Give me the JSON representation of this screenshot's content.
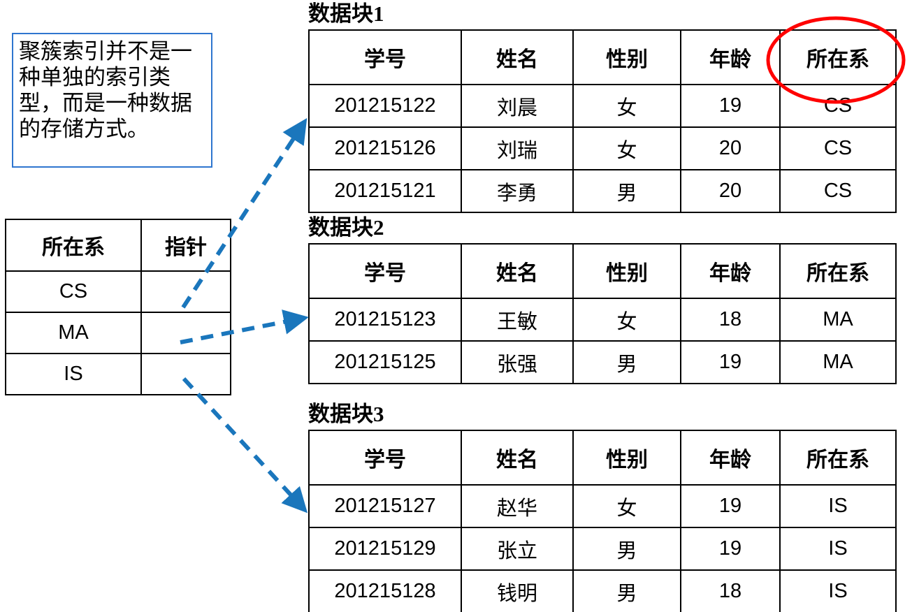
{
  "note": {
    "text": "聚簇索引并不是一种单独的索引类型，而是一种数据的存储方式。",
    "border_color": "#2f76cf"
  },
  "index_table": {
    "name": "clustered-index-table",
    "headers": [
      "所在系",
      "指针"
    ],
    "rows": [
      {
        "dept": "CS",
        "pointer": ""
      },
      {
        "dept": "MA",
        "pointer": ""
      },
      {
        "dept": "IS",
        "pointer": ""
      }
    ]
  },
  "data_blocks": [
    {
      "title": "数据块1",
      "headers": [
        "学号",
        "姓名",
        "性别",
        "年龄",
        "所在系"
      ],
      "rows": [
        [
          "201215122",
          "刘晨",
          "女",
          "19",
          "CS"
        ],
        [
          "201215126",
          "刘瑞",
          "女",
          "20",
          "CS"
        ],
        [
          "201215121",
          "李勇",
          "男",
          "20",
          "CS"
        ]
      ]
    },
    {
      "title": "数据块2",
      "headers": [
        "学号",
        "姓名",
        "性别",
        "年龄",
        "所在系"
      ],
      "rows": [
        [
          "201215123",
          "王敏",
          "女",
          "18",
          "MA"
        ],
        [
          "201215125",
          "张强",
          "男",
          "19",
          "MA"
        ]
      ]
    },
    {
      "title": "数据块3",
      "headers": [
        "学号",
        "姓名",
        "性别",
        "年龄",
        "所在系"
      ],
      "rows": [
        [
          "201215127",
          "赵华",
          "女",
          "19",
          "IS"
        ],
        [
          "201215129",
          "张立",
          "男",
          "19",
          "IS"
        ],
        [
          "201215128",
          "钱明",
          "男",
          "18",
          "IS"
        ]
      ]
    }
  ],
  "annotations": {
    "highlight_ellipse": {
      "target": "所在系",
      "color": "#ff0000"
    },
    "pointer_arrows": {
      "color": "#1a76bc",
      "count": 3,
      "style": "dashed"
    }
  }
}
